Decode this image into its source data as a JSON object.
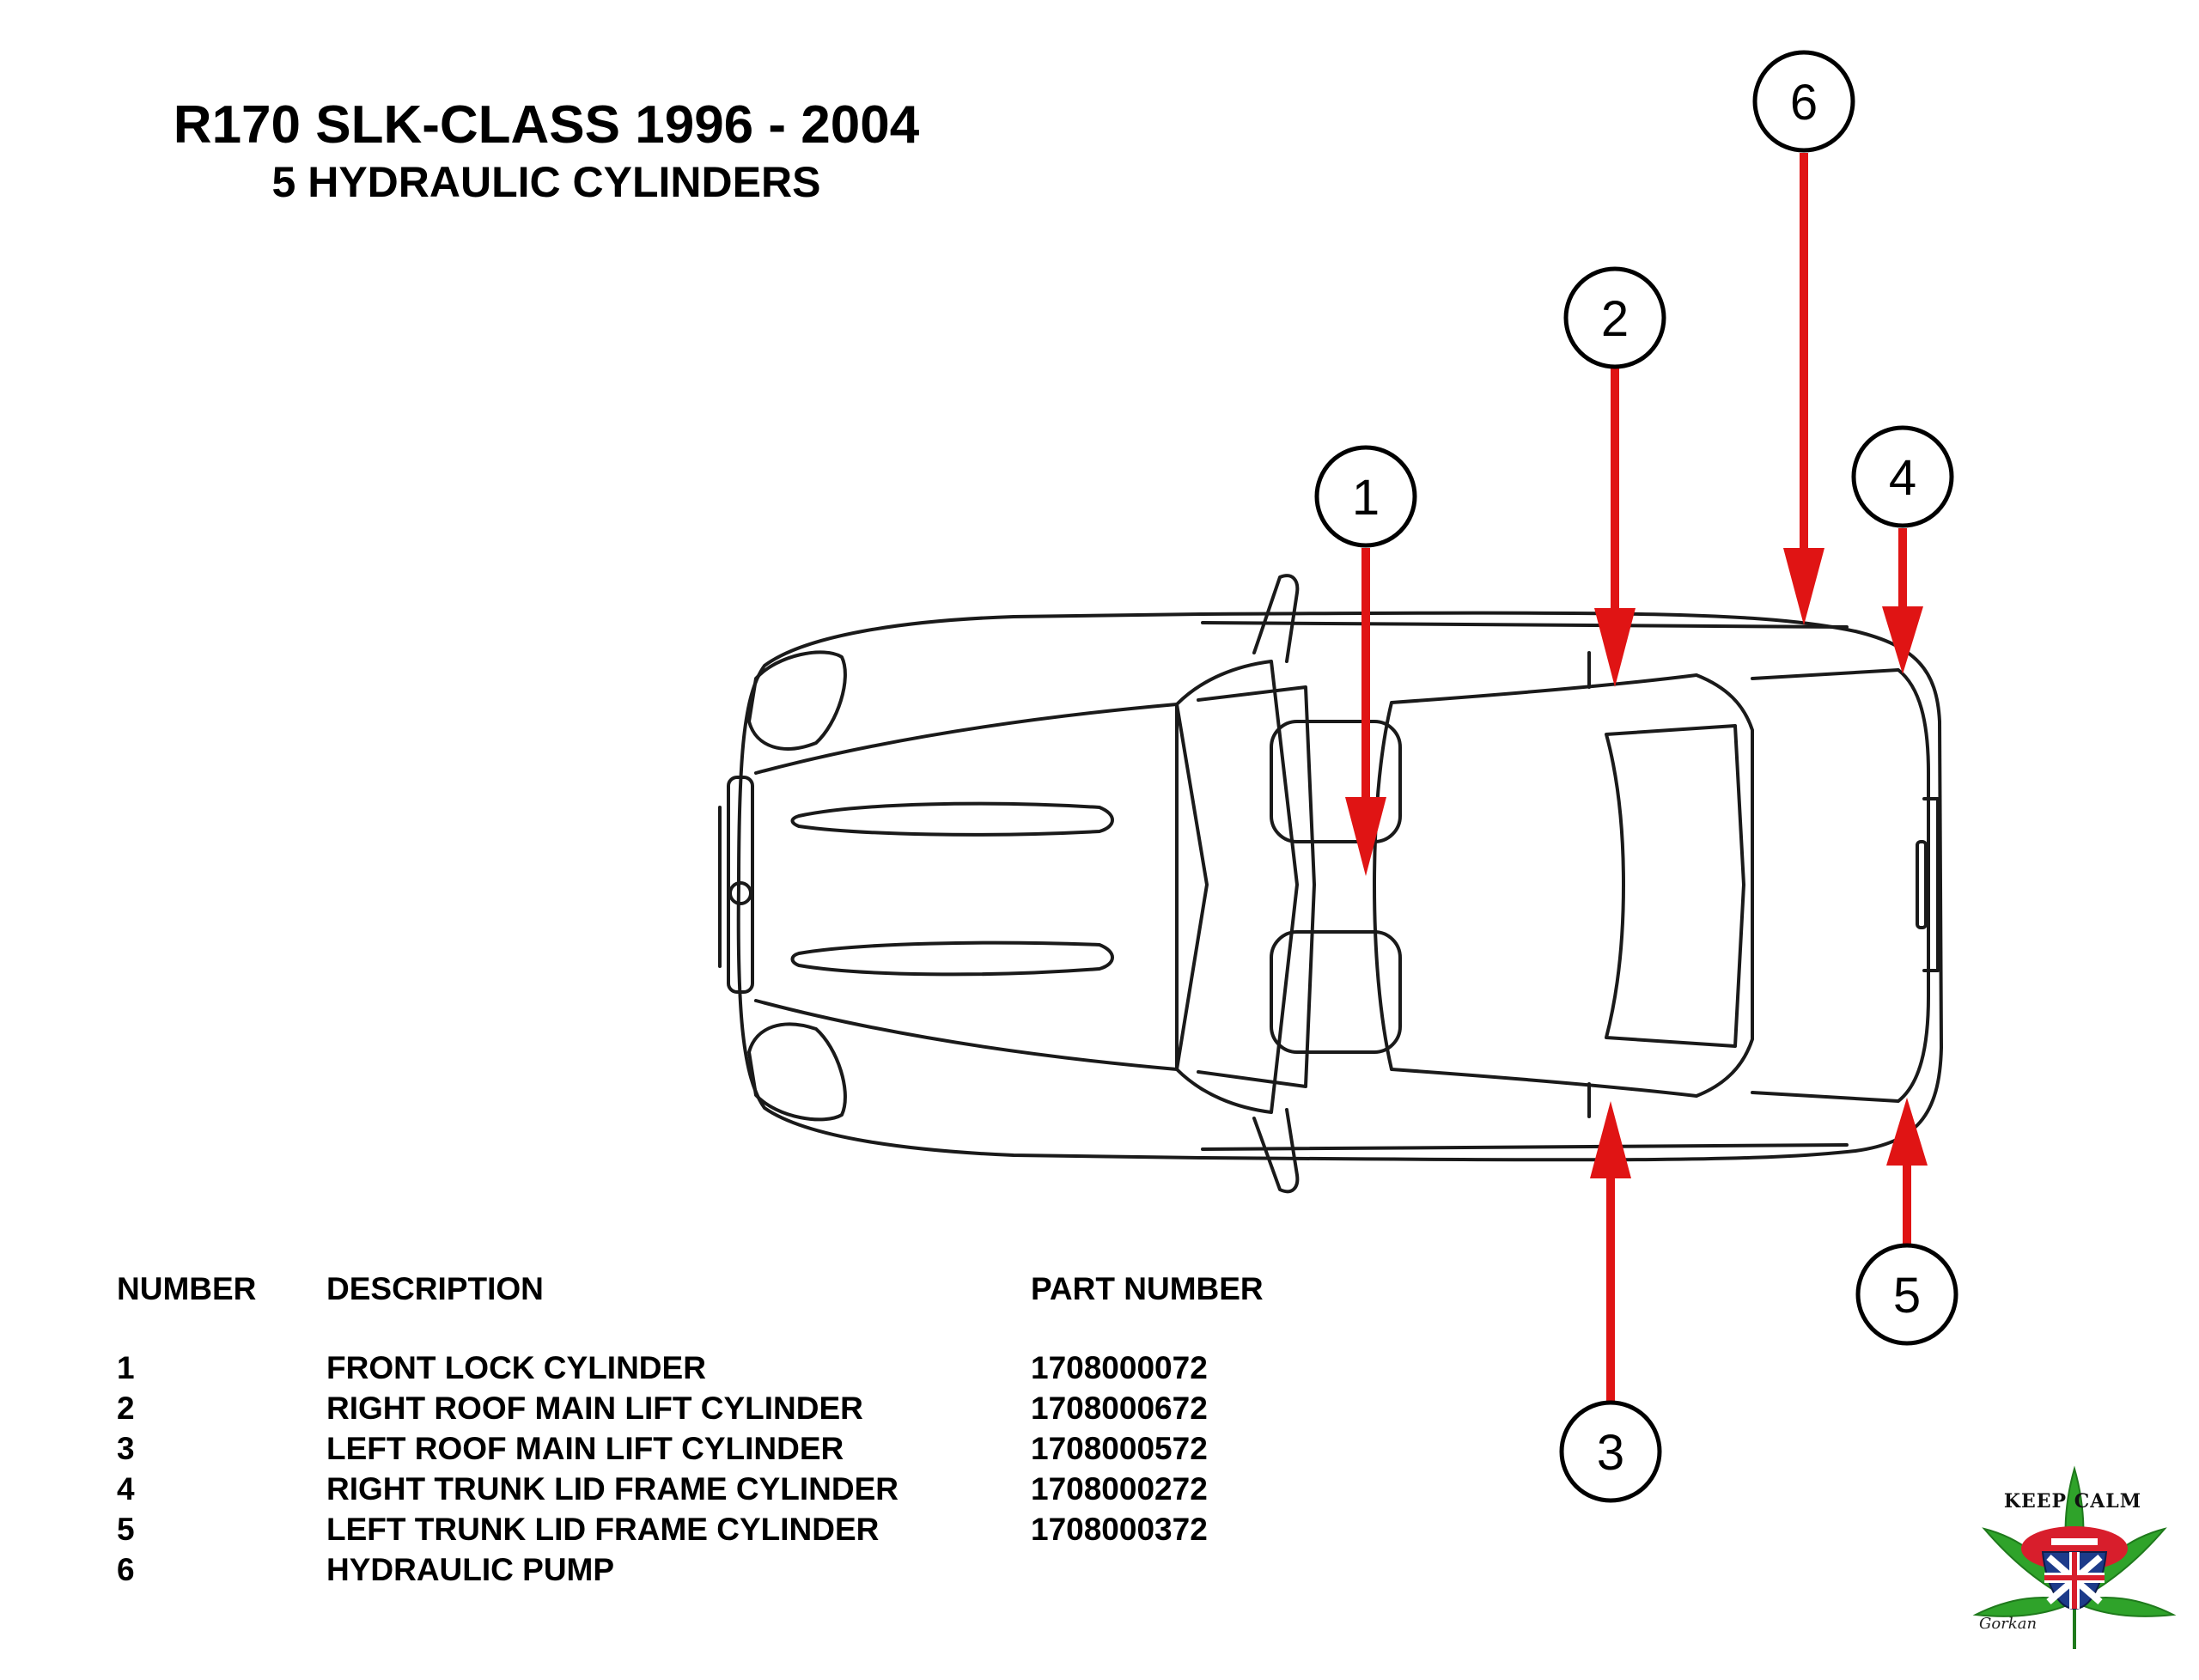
{
  "header": {
    "title": "R170 SLK-CLASS 1996 - 2004",
    "subtitle": "5 HYDRAULIC CYLINDERS"
  },
  "callouts": [
    "1",
    "2",
    "3",
    "4",
    "5",
    "6"
  ],
  "parts_table": {
    "headers": {
      "number": "NUMBER",
      "description": "DESCRIPTION",
      "part_number": "PART NUMBER"
    },
    "rows": [
      {
        "number": "1",
        "description": "FRONT LOCK CYLINDER",
        "part_number": "1708000072"
      },
      {
        "number": "2",
        "description": "RIGHT ROOF MAIN LIFT CYLINDER",
        "part_number": "1708000672"
      },
      {
        "number": "3",
        "description": "LEFT ROOF MAIN LIFT CYLINDER",
        "part_number": "1708000572"
      },
      {
        "number": "4",
        "description": "RIGHT TRUNK LID FRAME CYLINDER",
        "part_number": "1708000272"
      },
      {
        "number": "5",
        "description": "LEFT TRUNK LID FRAME CYLINDER",
        "part_number": "1708000372"
      },
      {
        "number": "6",
        "description": "HYDRAULIC PUMP",
        "part_number": ""
      }
    ]
  },
  "logo": {
    "text": "KEEP CALM",
    "signature": "Gorkan"
  },
  "colors": {
    "arrow": "#e01414",
    "line": "#1a1a1a",
    "background": "#ffffff",
    "leaf": "#2fa32a"
  },
  "icons": [
    "car-top-view-illustration",
    "cannabis-leaf-icon",
    "tongue-union-flag-icon",
    "mercedes-star-icon"
  ]
}
